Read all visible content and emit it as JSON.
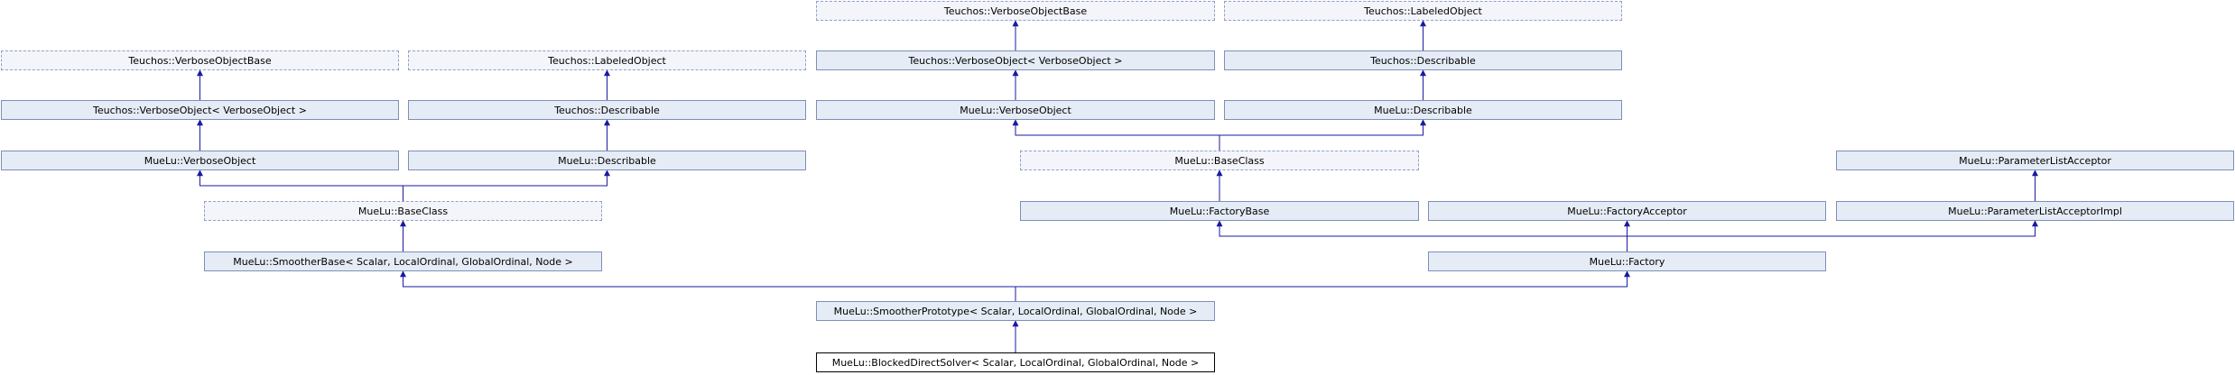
{
  "colors": {
    "edge": "#1a1aa0",
    "node_fill": "#e5ecf6",
    "node_border": "#7d8fb8",
    "current_border": "#000000"
  },
  "nodes": [
    {
      "id": "n1",
      "label": "Teuchos::VerboseObjectBase",
      "style": "dashed"
    },
    {
      "id": "n2",
      "label": "Teuchos::LabeledObject",
      "style": "dashed"
    },
    {
      "id": "n3",
      "label": "Teuchos::VerboseObjectBase",
      "style": "dashed"
    },
    {
      "id": "n4",
      "label": "Teuchos::LabeledObject",
      "style": "dashed"
    },
    {
      "id": "n5",
      "label": "Teuchos::VerboseObject< VerboseObject >",
      "style": "solid"
    },
    {
      "id": "n6",
      "label": "Teuchos::Describable",
      "style": "solid"
    },
    {
      "id": "n7",
      "label": "Teuchos::VerboseObject< VerboseObject >",
      "style": "solid"
    },
    {
      "id": "n8",
      "label": "Teuchos::Describable",
      "style": "solid"
    },
    {
      "id": "n9",
      "label": "MueLu::VerboseObject",
      "style": "solid"
    },
    {
      "id": "n10",
      "label": "MueLu::Describable",
      "style": "solid"
    },
    {
      "id": "n11",
      "label": "MueLu::VerboseObject",
      "style": "solid"
    },
    {
      "id": "n12",
      "label": "MueLu::Describable",
      "style": "solid"
    },
    {
      "id": "n13",
      "label": "MueLu::BaseClass",
      "style": "dashed"
    },
    {
      "id": "n14",
      "label": "MueLu::ParameterListAcceptor",
      "style": "solid"
    },
    {
      "id": "n15",
      "label": "MueLu::BaseClass",
      "style": "dashed"
    },
    {
      "id": "n16",
      "label": "MueLu::FactoryBase",
      "style": "solid"
    },
    {
      "id": "n17",
      "label": "MueLu::FactoryAcceptor",
      "style": "solid"
    },
    {
      "id": "n18",
      "label": "MueLu::ParameterListAcceptorImpl",
      "style": "solid"
    },
    {
      "id": "n19",
      "label": "MueLu::SmootherBase< Scalar, LocalOrdinal, GlobalOrdinal, Node >",
      "style": "solid"
    },
    {
      "id": "n20",
      "label": "MueLu::Factory",
      "style": "solid"
    },
    {
      "id": "n21",
      "label": "MueLu::SmootherPrototype< Scalar, LocalOrdinal, GlobalOrdinal, Node >",
      "style": "solid"
    },
    {
      "id": "n22",
      "label": "MueLu::BlockedDirectSolver< Scalar, LocalOrdinal, GlobalOrdinal, Node >",
      "style": "current"
    }
  ],
  "edges": [
    {
      "from": "n5",
      "to": "n3"
    },
    {
      "from": "n6",
      "to": "n4"
    },
    {
      "from": "n7",
      "to": "n1"
    },
    {
      "from": "n8",
      "to": "n2"
    },
    {
      "from": "n9",
      "to": "n5"
    },
    {
      "from": "n10",
      "to": "n6"
    },
    {
      "from": "n11",
      "to": "n7"
    },
    {
      "from": "n12",
      "to": "n8"
    },
    {
      "from": "n13",
      "to": "n9"
    },
    {
      "from": "n13",
      "to": "n10"
    },
    {
      "from": "n15",
      "to": "n11"
    },
    {
      "from": "n15",
      "to": "n12"
    },
    {
      "from": "n16",
      "to": "n15"
    },
    {
      "from": "n18",
      "to": "n14"
    },
    {
      "from": "n19",
      "to": "n13"
    },
    {
      "from": "n20",
      "to": "n16"
    },
    {
      "from": "n20",
      "to": "n17"
    },
    {
      "from": "n20",
      "to": "n18"
    },
    {
      "from": "n21",
      "to": "n19"
    },
    {
      "from": "n21",
      "to": "n20"
    },
    {
      "from": "n22",
      "to": "n21"
    }
  ]
}
